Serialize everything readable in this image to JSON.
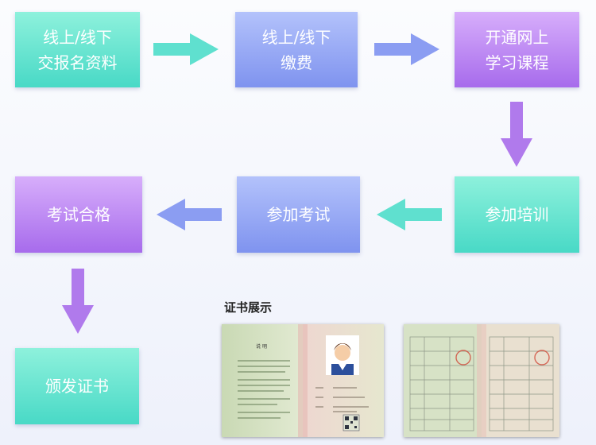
{
  "steps": {
    "online_signup": "线上/线下\n交报名资料",
    "payment": "线上/线下\n缴费",
    "open_course": "开通网上\n学习课程",
    "training": "参加培训",
    "exam": "参加考试",
    "pass": "考试合格",
    "certificate": "颁发证书"
  },
  "certificate_section": {
    "title": "证书展示",
    "left_page_heading": "说 明"
  },
  "colors": {
    "teal": "#48d9c6",
    "blue": "#7f93ef",
    "purple": "#a76bec"
  }
}
